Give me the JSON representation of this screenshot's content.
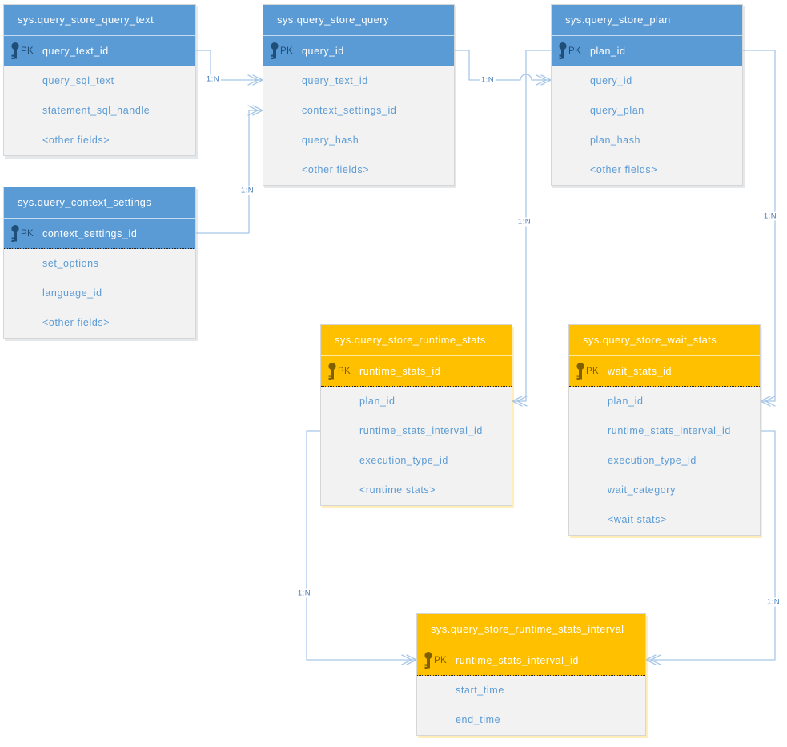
{
  "diagram": {
    "kind": "entity-relationship",
    "colors": {
      "blue_header": "#5b9bd5",
      "blue_key": "#1f4e79",
      "orange_header": "#ffc000",
      "orange_key": "#7f6000",
      "body_background": "#f2f2f2",
      "field_text": "#5b9bd5",
      "connector_line": "#a8c7e8",
      "cardinality_text": "#4a7ebb"
    }
  },
  "tables": [
    {
      "title": "sys.query_store_query_text",
      "theme": "blue",
      "pk_label": "PK",
      "pk_field": "query_text_id",
      "fields": [
        "query_sql_text",
        "statement_sql_handle",
        "<other fields>"
      ]
    },
    {
      "title": "sys.query_store_query",
      "theme": "blue",
      "pk_label": "PK",
      "pk_field": "query_id",
      "fields": [
        "query_text_id",
        "context_settings_id",
        "query_hash",
        "<other fields>"
      ]
    },
    {
      "title": "sys.query_store_plan",
      "theme": "blue",
      "pk_label": "PK",
      "pk_field": "plan_id",
      "fields": [
        "query_id",
        "query_plan",
        "plan_hash",
        "<other fields>"
      ]
    },
    {
      "title": "sys.query_context_settings",
      "theme": "blue",
      "pk_label": "PK",
      "pk_field": "context_settings_id",
      "fields": [
        "set_options",
        "language_id",
        "<other fields>"
      ]
    },
    {
      "title": "sys.query_store_runtime_stats",
      "theme": "orange",
      "pk_label": "PK",
      "pk_field": "runtime_stats_id",
      "fields": [
        "plan_id",
        "runtime_stats_interval_id",
        "execution_type_id",
        "<runtime stats>"
      ]
    },
    {
      "title": "sys.query_store_wait_stats",
      "theme": "orange",
      "pk_label": "PK",
      "pk_field": "wait_stats_id",
      "fields": [
        "plan_id",
        "runtime_stats_interval_id",
        "execution_type_id",
        "wait_category",
        "<wait stats>"
      ]
    },
    {
      "title": "sys.query_store_runtime_stats_interval",
      "theme": "orange",
      "pk_label": "PK",
      "pk_field": "runtime_stats_interval_id",
      "fields": [
        "start_time",
        "end_time"
      ]
    }
  ],
  "relationships": [
    {
      "from": "sys.query_store_query_text.query_text_id",
      "to": "sys.query_store_query.query_text_id",
      "label": "1:N"
    },
    {
      "from": "sys.query_context_settings.context_settings_id",
      "to": "sys.query_store_query.context_settings_id",
      "label": "1:N"
    },
    {
      "from": "sys.query_store_query.query_id",
      "to": "sys.query_store_plan.query_id",
      "label": "1:N"
    },
    {
      "from": "sys.query_store_plan.plan_id",
      "to": "sys.query_store_runtime_stats.plan_id",
      "label": "1:N"
    },
    {
      "from": "sys.query_store_plan.plan_id",
      "to": "sys.query_store_wait_stats.plan_id",
      "label": "1:N"
    },
    {
      "from": "sys.query_store_runtime_stats.runtime_stats_interval_id",
      "to": "sys.query_store_runtime_stats_interval.runtime_stats_interval_id",
      "label": "1:N"
    },
    {
      "from": "sys.query_store_wait_stats.runtime_stats_interval_id",
      "to": "sys.query_store_runtime_stats_interval.runtime_stats_interval_id",
      "label": "1:N"
    }
  ]
}
